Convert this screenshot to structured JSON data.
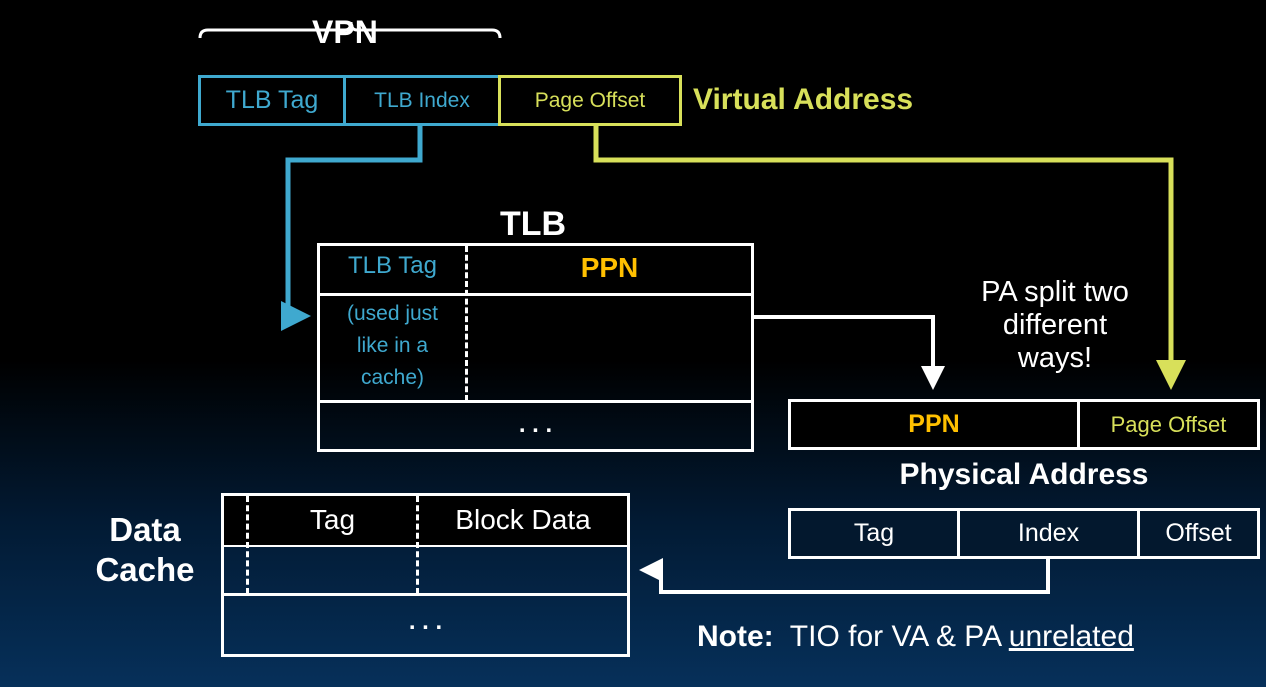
{
  "virtual_address": {
    "vpn_label": "VPN",
    "fields": [
      "TLB Tag",
      "TLB Index",
      "Page Offset"
    ],
    "label": "Virtual Address"
  },
  "tlb": {
    "title": "TLB",
    "col_tag": "TLB Tag",
    "col_ppn": "PPN",
    "tag_note": [
      "(used just",
      "like in a",
      "cache)"
    ],
    "ellipsis": ". . ."
  },
  "physical_address": {
    "split_note": [
      "PA split two",
      "different",
      "ways!"
    ],
    "top_fields": [
      "PPN",
      "Page Offset"
    ],
    "label": "Physical Address",
    "bottom_fields": [
      "Tag",
      "Index",
      "Offset"
    ]
  },
  "data_cache": {
    "label": [
      "Data",
      "Cache"
    ],
    "col_tag": "Tag",
    "col_block": "Block Data",
    "ellipsis": ". . ."
  },
  "note": {
    "prefix": "Note:",
    "text": "TIO for VA & PA",
    "emphasis": "unrelated"
  },
  "colors": {
    "tlb_field": "#3fa9cf",
    "page_offset": "#d8e05a",
    "ppn": "#ffc000"
  }
}
